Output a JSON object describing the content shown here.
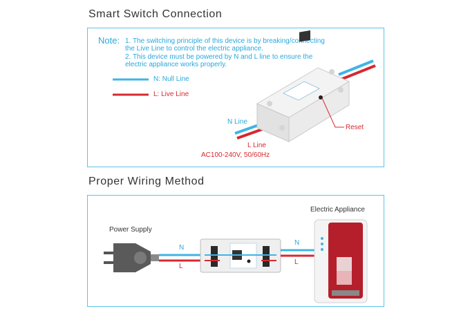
{
  "section1": {
    "title": "Smart Switch Connection",
    "note": {
      "label": "Note:",
      "lines": [
        "1. The switching principle of this device is by breaking/connecting",
        "the Live Line to control the electric appliance.",
        "2. This device must be powered by N and L line to ensure the",
        "electric appliance works properly."
      ]
    },
    "legend": {
      "null_line": "N: Null Line",
      "live_line": "L: Live Line"
    },
    "labels": {
      "n_line": "N Line",
      "l_line": "L Line",
      "voltage": "AC100-240V, 50/60Hz",
      "reset": "Reset"
    }
  },
  "section2": {
    "title": "Proper Wiring Method",
    "labels": {
      "power_supply": "Power Supply",
      "electric_appliance": "Electric Appliance",
      "n_left": "N",
      "l_left": "L",
      "n_right": "N",
      "l_right": "L"
    }
  },
  "colors": {
    "accent": "#29a8dc",
    "null_wire": "#3fb4e6",
    "live_wire": "#d7282f",
    "panel_border": "#5bc3e6"
  }
}
